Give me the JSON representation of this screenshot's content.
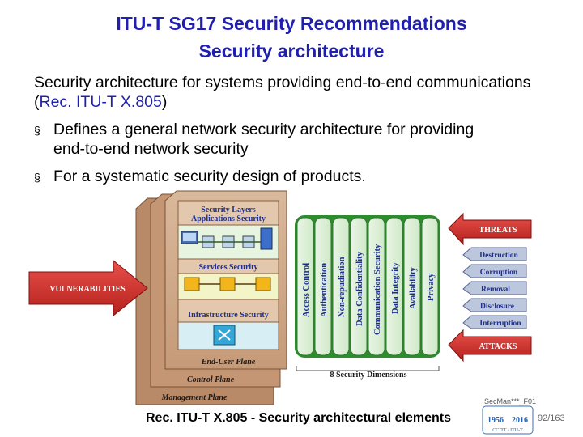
{
  "title": {
    "line1": "ITU-T SG17 Security Recommendations",
    "line2": "Security architecture"
  },
  "intro": {
    "text_before": "Security architecture for systems providing end-to-end communications (",
    "link": "Rec. ITU-T X.805",
    "text_after": ")"
  },
  "bullets": [
    {
      "line1": "Defines a general network security architecture for providing",
      "line2": "end-to-end network security"
    },
    {
      "line1": "For a systematic security design of products."
    }
  ],
  "bullet_marker": "§",
  "figure": {
    "layers_title": "Security Layers",
    "applications_security": "Applications Security",
    "services_security": "Services Security",
    "infrastructure_security": "Infrastructure Security",
    "end_user_plane": "End-User Plane",
    "control_plane": "Control Plane",
    "management_plane": "Management Plane",
    "vulnerabilities": "VULNERABILITIES",
    "dimensions": [
      "Access Control",
      "Authentication",
      "Non-repudiation",
      "Data Confidentiality",
      "Communication Security",
      "Data Integrity",
      "Availability",
      "Privacy"
    ],
    "dimensions_label": "8 Security Dimensions",
    "threats": "THREATS",
    "attacks": "ATTACKS",
    "threat_types": [
      "Destruction",
      "Corruption",
      "Removal",
      "Disclosure",
      "Interruption"
    ]
  },
  "caption": "Rec. ITU-T X.805 - Security architectural elements",
  "stamp_code": "SecMan***_F01",
  "stamp_years": [
    "1956",
    "2016"
  ],
  "stamp_label": "CCITT / ITU-T",
  "slide_number": "92/163",
  "colors": {
    "title": "#1f1fb0",
    "plane_brown": "#c79b7a",
    "dimension_green": "#2e8b2e",
    "arrow_red": "#d8302c",
    "threat_slate": "#b8c2d8"
  }
}
